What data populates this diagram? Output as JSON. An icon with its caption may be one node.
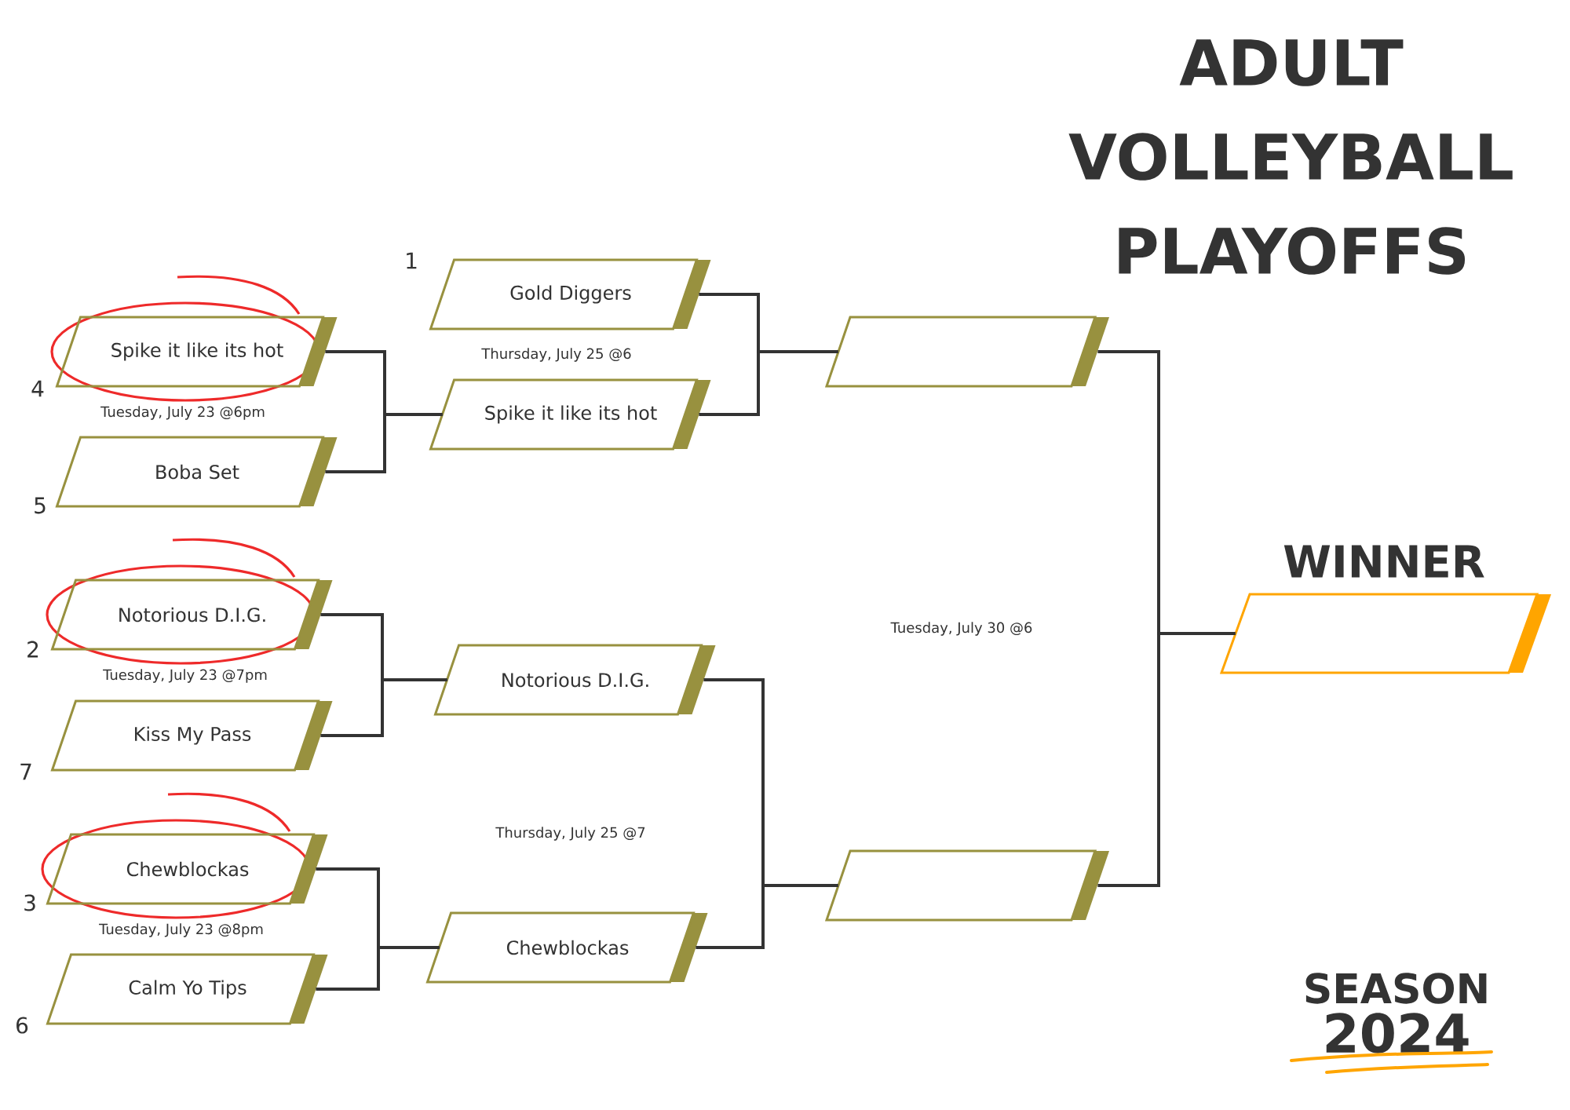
{
  "diagram": {
    "title": "ADULT VOLLEYBALL PLAYOFFS",
    "nodes": [
      {
        "text": [
          "Spike it like its hot"
        ],
        "beside": [
          "4"
        ]
      },
      {
        "text": [
          "Boba Set"
        ],
        "beside": [
          "5"
        ]
      },
      {
        "text": [
          "Notorious D.I.G."
        ],
        "beside": [
          "2"
        ]
      },
      {
        "text": [
          "Kiss My Pass"
        ],
        "beside": [
          "7"
        ]
      },
      {
        "text": [
          "Chewblockas"
        ],
        "beside": [
          "3"
        ]
      },
      {
        "text": [
          "Calm Yo Tips"
        ],
        "beside": [
          "6"
        ]
      },
      {
        "text": [
          "Gold Diggers"
        ],
        "beside": [
          "1"
        ]
      },
      {
        "text": [
          "Spike it like its hot"
        ]
      },
      {
        "text": [
          "Notorious D.I.G."
        ]
      },
      {
        "text": [
          "Chewblockas"
        ]
      },
      {
        "text": [],
        "shape": "box"
      },
      {
        "text": [],
        "shape": "box"
      },
      {
        "text": [
          "WINNER"
        ]
      }
    ],
    "edges": [
      {
        "from": 0,
        "to": 7,
        "arrow": "none"
      },
      {
        "from": 1,
        "to": 7,
        "arrow": "none"
      },
      {
        "from": 2,
        "to": 8,
        "arrow": "none"
      },
      {
        "from": 3,
        "to": 8,
        "arrow": "none"
      },
      {
        "from": 4,
        "to": 9,
        "arrow": "none"
      },
      {
        "from": 5,
        "to": 9,
        "arrow": "none"
      },
      {
        "from": 6,
        "to": 10,
        "arrow": "none"
      },
      {
        "from": 7,
        "to": 10,
        "arrow": "none"
      },
      {
        "from": 8,
        "to": 11,
        "arrow": "none"
      },
      {
        "from": 9,
        "to": 11,
        "arrow": "none"
      },
      {
        "from": 10,
        "to": 12,
        "arrow": "none"
      },
      {
        "from": 11,
        "to": 12,
        "arrow": "none"
      }
    ],
    "labels": [
      "Thursday, July 25 @6",
      "Tuesday, July 23 @6pm",
      "Tuesday, July 30 @6",
      "Tuesday, July 23 @7pm",
      "Thursday, July 25 @7",
      "Tuesday, July 23 @8pm",
      "SEASON",
      "2024"
    ]
  }
}
